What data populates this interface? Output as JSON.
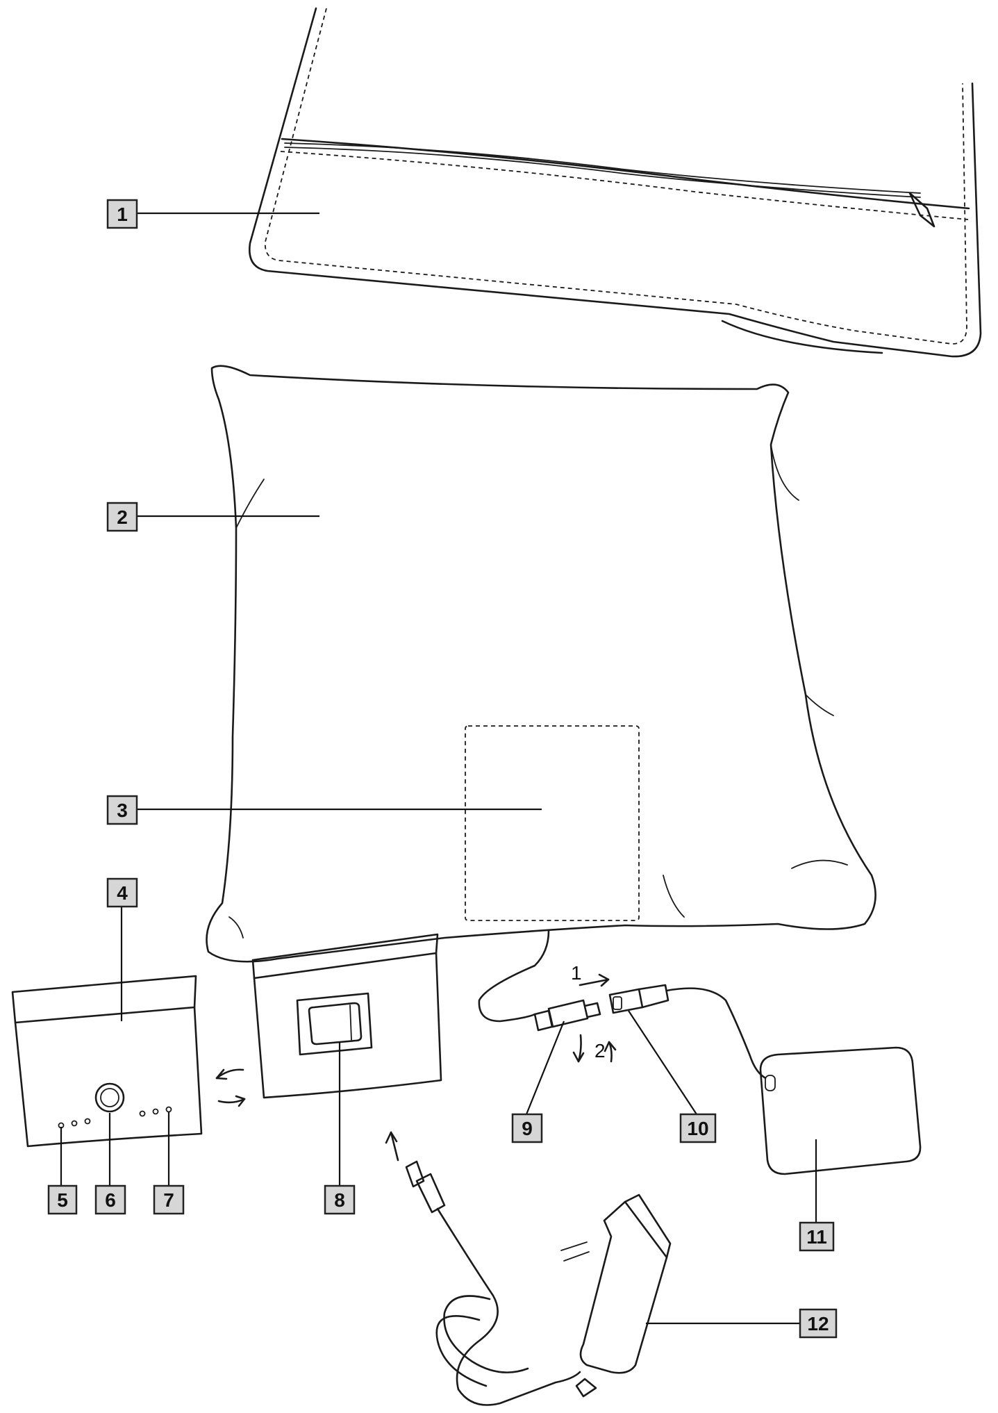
{
  "labels": [
    "1",
    "2",
    "3",
    "4",
    "5",
    "6",
    "7",
    "8",
    "9",
    "10",
    "11",
    "12"
  ],
  "steps": [
    "1",
    "2"
  ]
}
